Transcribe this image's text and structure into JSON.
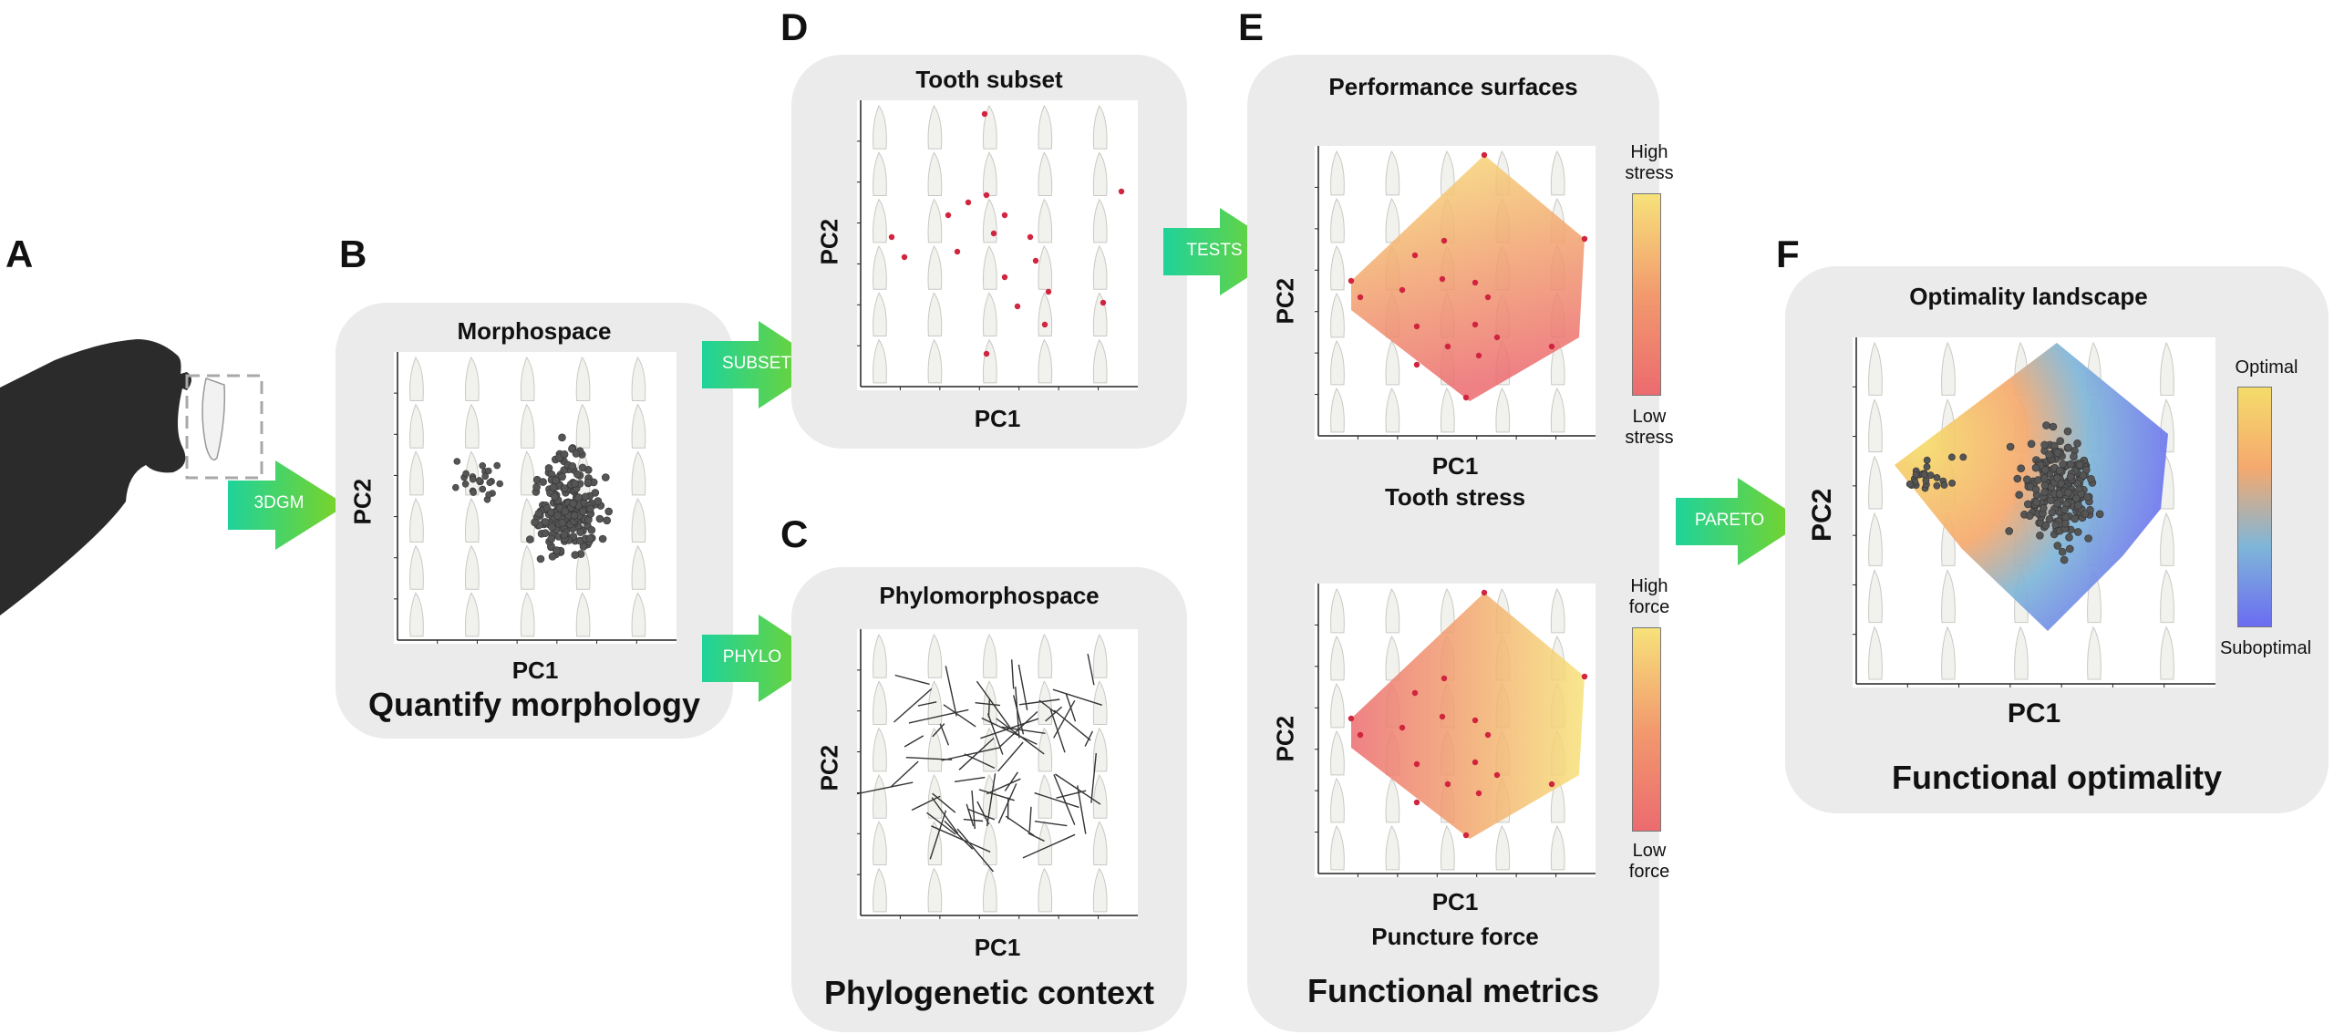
{
  "panel_letters": {
    "a": "A",
    "b": "B",
    "c": "C",
    "d": "D",
    "e": "E",
    "f": "F"
  },
  "arrows": {
    "a_b": "3DGM",
    "b_d": "SUBSET",
    "b_c": "PHYLO",
    "d_e": "TESTS",
    "e_f": "PARETO"
  },
  "panel_b": {
    "title": "Morphospace",
    "xlabel": "PC1",
    "ylabel": "PC2",
    "caption": "Quantify morphology"
  },
  "panel_d": {
    "title": "Tooth subset",
    "xlabel": "PC1",
    "ylabel": "PC2"
  },
  "panel_c": {
    "title": "Phylomorphospace",
    "xlabel": "PC1",
    "ylabel": "PC2",
    "caption": "Phylogenetic context"
  },
  "panel_e": {
    "title": "Performance surfaces",
    "top": {
      "xlabel": "PC1",
      "ylabel": "PC2",
      "metric": "Tooth stress",
      "high": [
        "High",
        "stress"
      ],
      "low": [
        "Low",
        "stress"
      ]
    },
    "bottom": {
      "xlabel": "PC1",
      "ylabel": "PC2",
      "metric": "Puncture force",
      "high": [
        "High",
        "force"
      ],
      "low": [
        "Low",
        "force"
      ]
    },
    "caption": "Functional metrics"
  },
  "panel_f": {
    "title": "Optimality landscape",
    "xlabel": "PC1",
    "ylabel": "PC2",
    "high": "Optimal",
    "low": "Suboptimal",
    "caption": "Functional optimality"
  },
  "colors": {
    "panel_bg": "#ebebeb",
    "point_gray": "#555555",
    "point_red": "#d0243f",
    "arrow_start": "#1fd39a",
    "arrow_end": "#7fd321",
    "optimal": "#f5dc6a",
    "suboptimal": "#6b6cf2",
    "high_stress": "#f7e27a",
    "low_stress": "#ec6b6f"
  }
}
